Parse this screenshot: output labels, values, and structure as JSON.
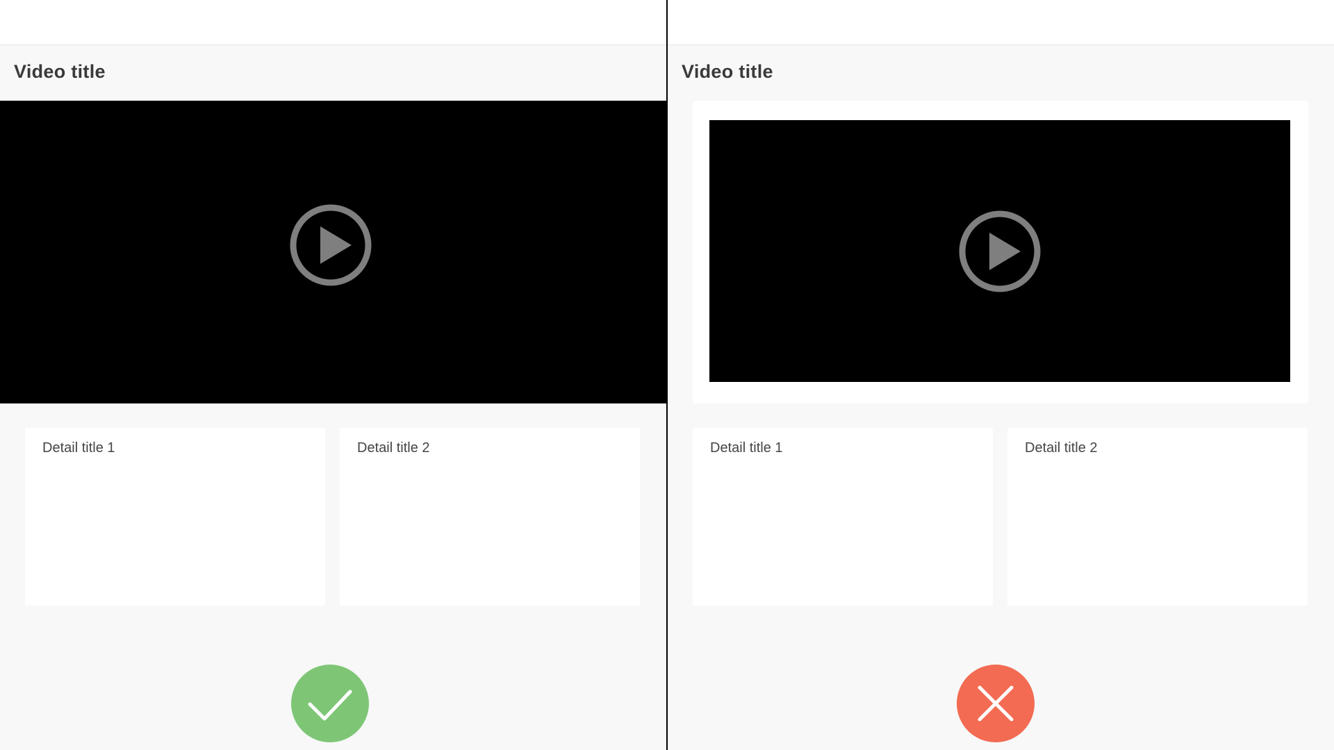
{
  "left": {
    "video_title": "Video title",
    "details": [
      {
        "title": "Detail title 1"
      },
      {
        "title": "Detail title 2"
      }
    ],
    "verdict_icon": "check-icon",
    "verdict_color": "#7ec676"
  },
  "right": {
    "video_title": "Video title",
    "details": [
      {
        "title": "Detail title 1"
      },
      {
        "title": "Detail title 2"
      }
    ],
    "verdict_icon": "close-icon",
    "verdict_color": "#f26b52"
  },
  "colors": {
    "background": "#f8f8f8",
    "card": "#ffffff",
    "video": "#000000",
    "play_icon": "#7f7f7f",
    "divider": "#000000"
  }
}
